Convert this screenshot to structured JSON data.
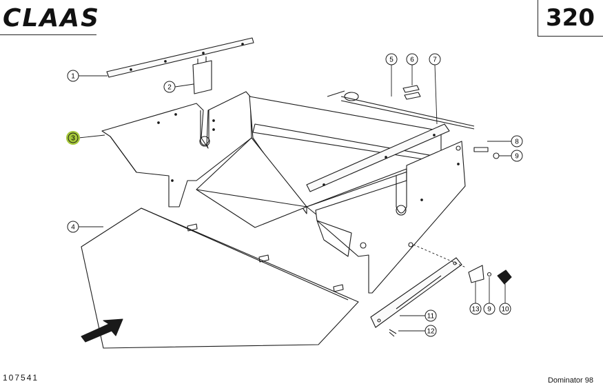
{
  "header": {
    "brand": "CLAAS",
    "page_number": "320"
  },
  "footer": {
    "drawing_number": "107541",
    "model": "Dominator 98"
  },
  "callouts": [
    {
      "label": "1",
      "highlighted": false
    },
    {
      "label": "2",
      "highlighted": false
    },
    {
      "label": "3",
      "highlighted": true
    },
    {
      "label": "4",
      "highlighted": false
    },
    {
      "label": "5",
      "highlighted": false
    },
    {
      "label": "6",
      "highlighted": false
    },
    {
      "label": "7",
      "highlighted": false
    },
    {
      "label": "8",
      "highlighted": false
    },
    {
      "label": "9",
      "highlighted": false
    },
    {
      "label": "9",
      "highlighted": false
    },
    {
      "label": "10",
      "highlighted": false
    },
    {
      "label": "11",
      "highlighted": false
    },
    {
      "label": "12",
      "highlighted": false
    },
    {
      "label": "13",
      "highlighted": false
    }
  ],
  "colors": {
    "highlight": "#a6c83a",
    "line": "#1a1a1a"
  }
}
